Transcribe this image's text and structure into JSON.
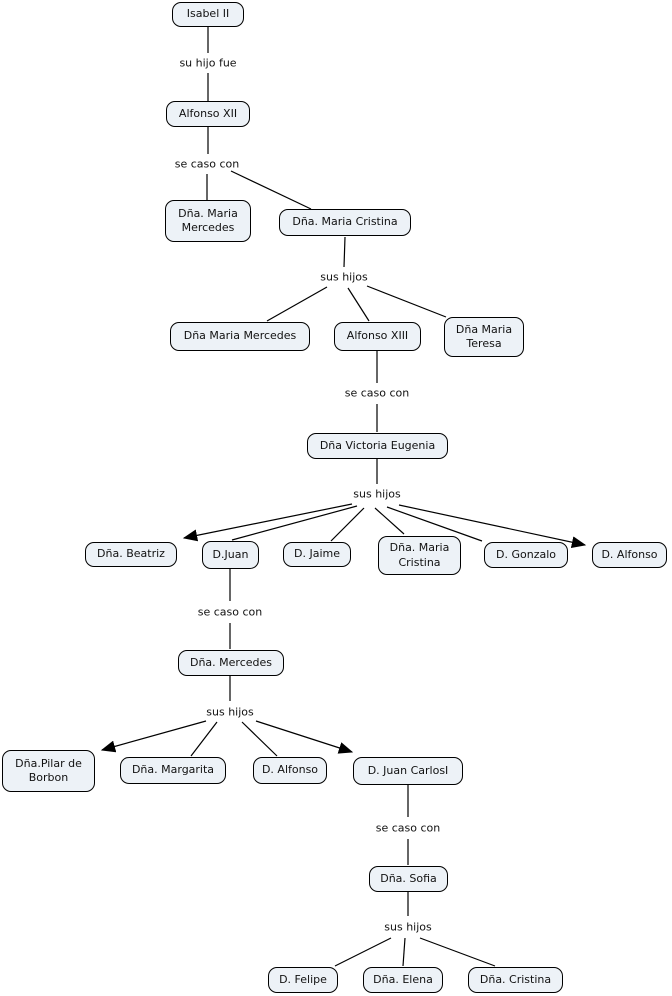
{
  "colors": {
    "background": "#ffffff",
    "node_fill": "#edf2f7",
    "node_border": "#000000",
    "line": "#000000",
    "text": "#111111"
  },
  "nodes": {
    "isabel_ii": {
      "label": "Isabel II"
    },
    "alfonso_xii": {
      "label": "Alfonso XII"
    },
    "maria_mercedes_w": {
      "label": "Dña. Maria Mercedes"
    },
    "maria_cristina_w": {
      "label": "Dña. Maria Cristina"
    },
    "maria_mercedes_d": {
      "label": "Dña Maria Mercedes"
    },
    "alfonso_xiii": {
      "label": "Alfonso XIII"
    },
    "maria_teresa": {
      "label": "Dña Maria Teresa"
    },
    "victoria_eugenia": {
      "label": "Dña Victoria Eugenia"
    },
    "beatriz": {
      "label": "Dña. Beatriz"
    },
    "juan": {
      "label": "D.Juan"
    },
    "jaime": {
      "label": "D. Jaime"
    },
    "maria_cristina_d": {
      "label": "Dña. Maria Cristina"
    },
    "gonzalo": {
      "label": "D. Gonzalo"
    },
    "alfonso_i": {
      "label": "D. Alfonso"
    },
    "mercedes": {
      "label": "Dña. Mercedes"
    },
    "pilar": {
      "label": "Dña.Pilar de Borbon"
    },
    "margarita": {
      "label": "Dña. Margarita"
    },
    "alfonso_ii": {
      "label": "D. Alfonso"
    },
    "juan_carlos": {
      "label": "D. Juan CarlosI"
    },
    "sofia": {
      "label": "Dña. Sofia"
    },
    "felipe": {
      "label": "D. Felipe"
    },
    "elena": {
      "label": "Dña. Elena"
    },
    "cristina": {
      "label": "Dña. Cristina"
    }
  },
  "labels": {
    "su_hijo_fue": "su hijo fue",
    "se_caso_1": "se caso con",
    "sus_hijos_1": "sus hijos",
    "se_caso_2": "se caso con",
    "sus_hijos_2": "sus hijos",
    "se_caso_3": "se caso con",
    "sus_hijos_3": "sus hijos",
    "se_caso_4": "se caso con",
    "sus_hijos_4": "sus hijos"
  },
  "edges": [
    {
      "from": "Isabel II",
      "label": "su hijo fue",
      "to": [
        "Alfonso XII"
      ]
    },
    {
      "from": "Alfonso XII",
      "label": "se caso con",
      "to": [
        "Dña. Maria Mercedes",
        "Dña. Maria Cristina"
      ]
    },
    {
      "from": "Dña. Maria Cristina",
      "label": "sus hijos",
      "to": [
        "Dña Maria Mercedes",
        "Alfonso XIII",
        "Dña Maria Teresa"
      ]
    },
    {
      "from": "Alfonso XIII",
      "label": "se caso con",
      "to": [
        "Dña Victoria Eugenia"
      ]
    },
    {
      "from": "Dña Victoria Eugenia",
      "label": "sus hijos",
      "to": [
        "Dña. Beatriz",
        "D.Juan",
        "D. Jaime",
        "Dña. Maria Cristina",
        "D. Gonzalo",
        "D. Alfonso"
      ]
    },
    {
      "from": "D.Juan",
      "label": "se caso con",
      "to": [
        "Dña. Mercedes"
      ]
    },
    {
      "from": "Dña. Mercedes",
      "label": "sus hijos",
      "to": [
        "Dña.Pilar de Borbon",
        "Dña. Margarita",
        "D. Alfonso",
        "D. Juan CarlosI"
      ]
    },
    {
      "from": "D. Juan CarlosI",
      "label": "se caso con",
      "to": [
        "Dña. Sofia"
      ]
    },
    {
      "from": "Dña. Sofia",
      "label": "sus hijos",
      "to": [
        "D. Felipe",
        "Dña. Elena",
        "Dña. Cristina"
      ]
    }
  ]
}
